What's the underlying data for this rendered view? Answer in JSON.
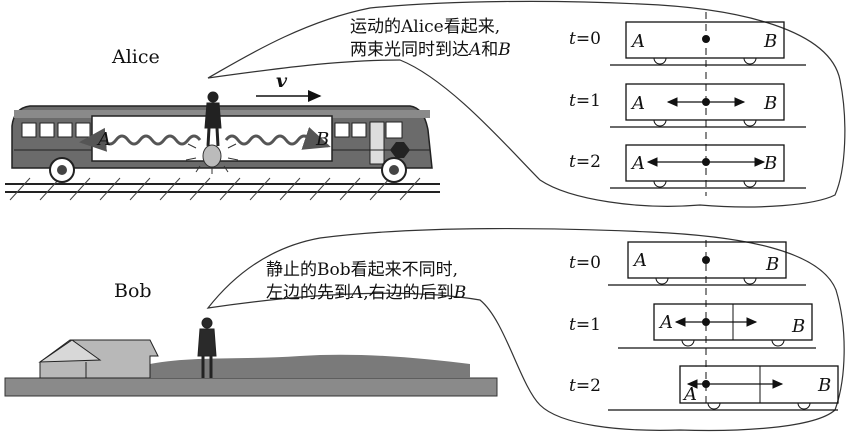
{
  "alice": {
    "name": "Alice",
    "bubble_line1": "运动的Alice看起来,",
    "bubble_line2_pre": "两束光同时到达",
    "bubble_A": "A",
    "bubble_line2_mid": "和",
    "bubble_B": "B"
  },
  "bob": {
    "name": "Bob",
    "bubble_line1": "静止的Bob看起来不同时,",
    "bubble_line2_pre": "左边的先到",
    "bubble_A": "A",
    "bubble_line2_mid": ",右边的后到",
    "bubble_B": "B"
  },
  "velocity_label": "v",
  "bus_labels": {
    "a": "A",
    "b": "B"
  },
  "time_var": "t",
  "alice_frames": [
    {
      "t": "=0",
      "a": "A",
      "b": "B"
    },
    {
      "t": "=1",
      "a": "A",
      "b": "B"
    },
    {
      "t": "=2",
      "a": "A",
      "b": "B"
    }
  ],
  "bob_frames": [
    {
      "t": "=0",
      "a": "A",
      "b": "B"
    },
    {
      "t": "=1",
      "a": "A",
      "b": "B"
    },
    {
      "t": "=2",
      "a": "A",
      "b": "B"
    }
  ]
}
